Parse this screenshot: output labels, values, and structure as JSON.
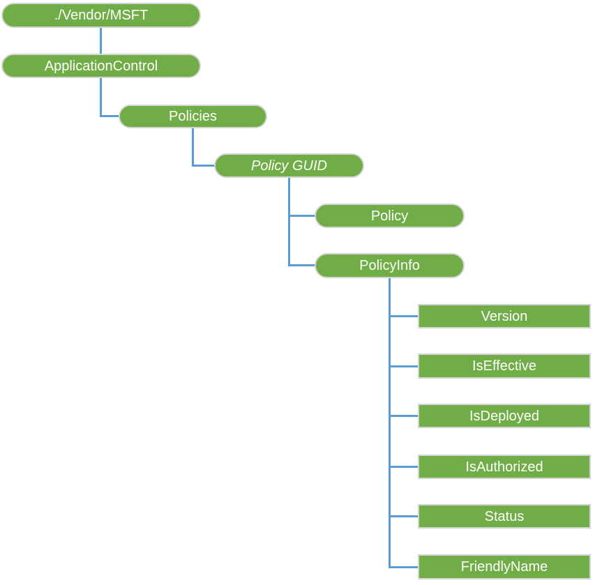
{
  "diagram": {
    "kind": "node-tree",
    "colors": {
      "node_fill": "#70ad47",
      "node_border": "#d4d4d4",
      "node_text": "#ffffff",
      "connector": "#5b9bd5",
      "background": "#ffffff"
    },
    "nodes": {
      "vendor_msft": {
        "label": "./Vendor/MSFT",
        "parent": null
      },
      "application_control": {
        "label": "ApplicationControl",
        "parent": "./Vendor/MSFT"
      },
      "policies": {
        "label": "Policies",
        "parent": "ApplicationControl"
      },
      "policy_guid": {
        "label": "Policy GUID",
        "parent": "Policies",
        "placeholder": true
      },
      "policy": {
        "label": "Policy",
        "parent": "Policy GUID"
      },
      "policy_info": {
        "label": "PolicyInfo",
        "parent": "Policy GUID"
      },
      "version": {
        "label": "Version",
        "parent": "PolicyInfo"
      },
      "is_effective": {
        "label": "IsEffective",
        "parent": "PolicyInfo"
      },
      "is_deployed": {
        "label": "IsDeployed",
        "parent": "PolicyInfo"
      },
      "is_authorized": {
        "label": "IsAuthorized",
        "parent": "PolicyInfo"
      },
      "status": {
        "label": "Status",
        "parent": "PolicyInfo"
      },
      "friendly_name": {
        "label": "FriendlyName",
        "parent": "PolicyInfo"
      }
    }
  }
}
